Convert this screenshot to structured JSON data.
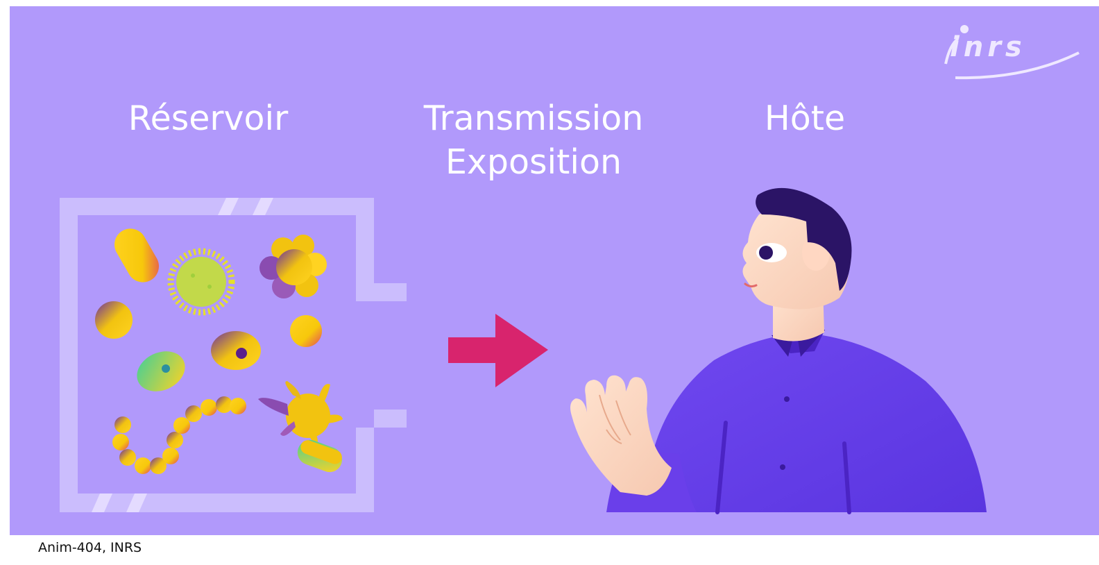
{
  "diagram": {
    "steps": [
      {
        "label": "Réservoir"
      },
      {
        "label": "Transmission",
        "sublabel": "Exposition"
      },
      {
        "label": "Hôte"
      }
    ],
    "arrow_color": "#d8246d",
    "background_color": "#b199fb"
  },
  "logo": {
    "text": "inrs"
  },
  "caption": "Anim-404, INRS",
  "icons": [
    "logo-inrs",
    "container-box",
    "microbe-icons",
    "arrow-right-icon",
    "person-illustration",
    "open-hand-icon"
  ]
}
